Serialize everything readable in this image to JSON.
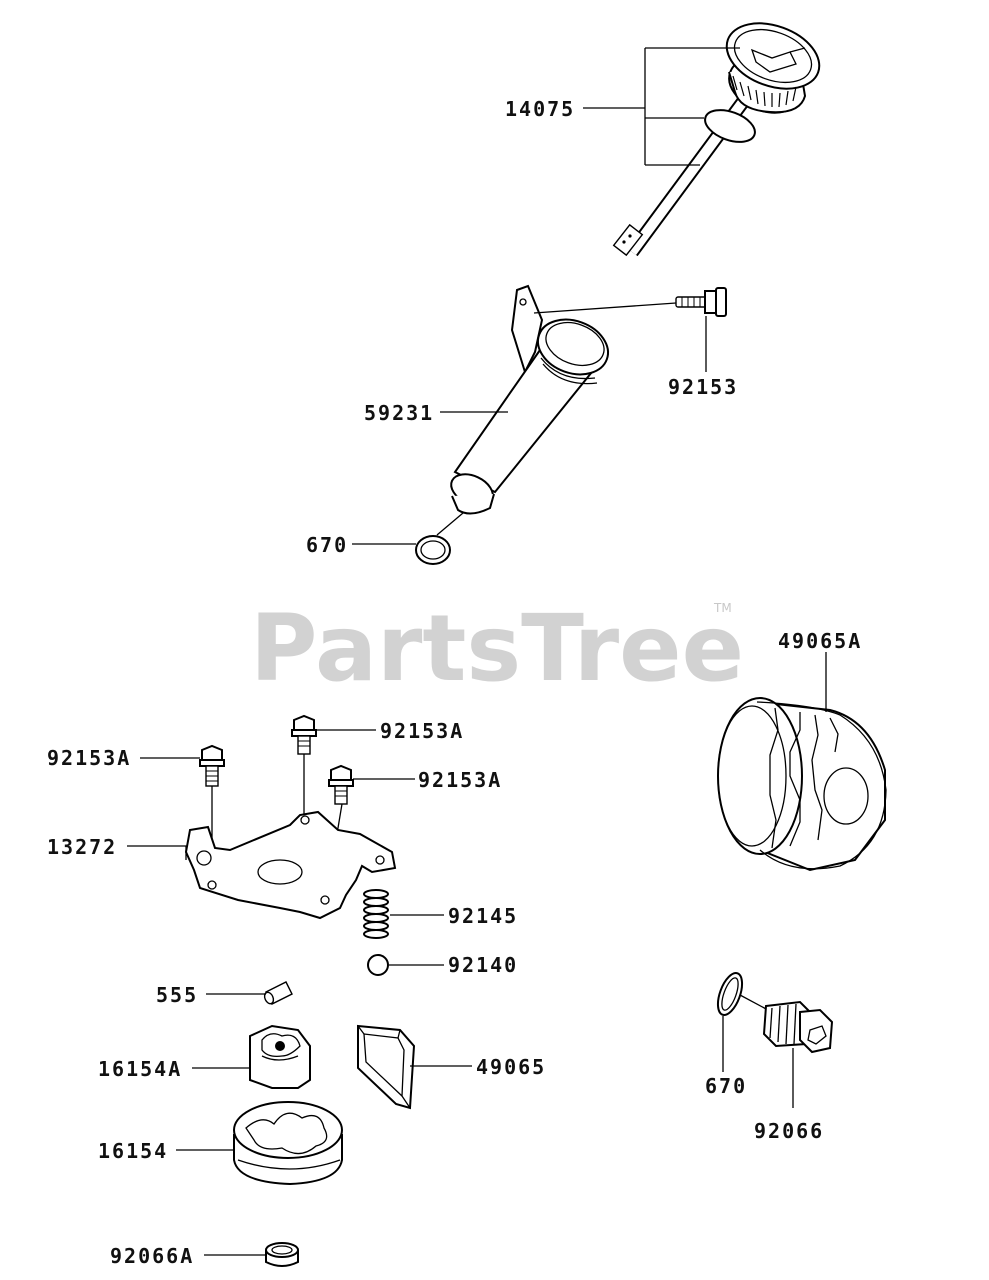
{
  "watermark": {
    "text": "PartsTree",
    "tm": "TM"
  },
  "labels": {
    "p14075": "14075",
    "p92153": "92153",
    "p59231": "59231",
    "p670_top": "670",
    "p49065A": "49065A",
    "p92153A_1": "92153A",
    "p92153A_2": "92153A",
    "p92153A_3": "92153A",
    "p13272": "13272",
    "p92145": "92145",
    "p92140": "92140",
    "p555": "555",
    "p16154A": "16154A",
    "p49065": "49065",
    "p16154": "16154",
    "p92066A": "92066A",
    "p670_bottom": "670",
    "p92066": "92066"
  }
}
